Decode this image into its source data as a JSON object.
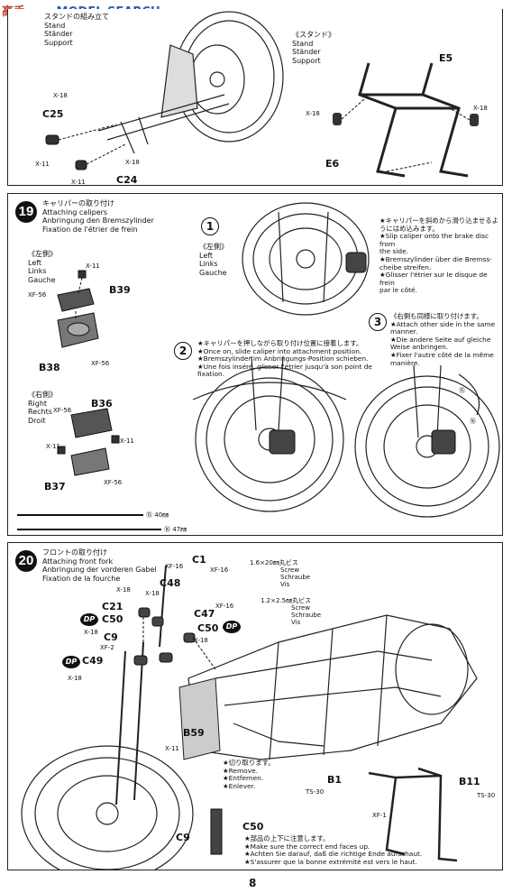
{
  "watermark": {
    "text": "MODEL SEARCH",
    "prefix": "高手"
  },
  "step18": {
    "title_jp": "スタンドの組み立て",
    "title_lines": [
      "Stand",
      "Ständer",
      "Support"
    ],
    "sub_jp": "《スタンド》",
    "sub_lines": [
      "Stand",
      "Ständer",
      "Support"
    ],
    "parts": {
      "c25": "C25",
      "c24": "C24",
      "e5": "E5",
      "e6": "E6",
      "x18": "X-18",
      "x11": "X-11"
    }
  },
  "step19": {
    "number": "19",
    "title_jp": "キャリパーの取り付け",
    "title_lines": [
      "Attaching calipers",
      "Anbringung den Bremszylinder",
      "Fixation de l'étrier de frein"
    ],
    "left_jp": "《左側》",
    "left_lines": [
      "Left",
      "Links",
      "Gauche"
    ],
    "right_jp": "《右側》",
    "right_lines": [
      "Right",
      "Rechts",
      "Droit"
    ],
    "parts": {
      "x11": "X-11",
      "xf56": "XF-56",
      "b39": "B39",
      "b38": "B38",
      "b36": "B36",
      "b37": "B37"
    },
    "cable15": "40㎜",
    "cable16": "47㎜",
    "cable15_num": "⑮",
    "cable16_num": "⑯",
    "sub1": {
      "num": "1",
      "left_jp": "《左側》",
      "left_lines": [
        "Left",
        "Links",
        "Gauche"
      ],
      "notes": [
        "★キャリパーを斜めから滑り込ませるよ",
        "うにはめ込みます。",
        "★Slip caliper onto the brake disc from",
        "the side.",
        "★Bremszylinder über die Bremss-",
        "cheibe streifen.",
        "★Glisser l'étrier sur le disque de frein",
        "par le côté."
      ]
    },
    "sub2": {
      "num": "2",
      "notes": [
        "★キャリパーを押しながら取り付け位置に接着します。",
        "★Once on, slide caliper into attachment position.",
        "★Bremszylinder im Anbringungs-Position schieben.",
        "★Une fois inséré, glisser l'étrier jusqu'à son point de",
        "fixation."
      ]
    },
    "sub3": {
      "num": "3",
      "notes": [
        "《右側も同様に取り付けます。",
        "★Attach other side in the same",
        "manner.",
        "★Die andere Seite auf gleiche",
        "Weise anbringen.",
        "★Fixer l'autre côté de la même",
        "manière."
      ]
    }
  },
  "step20": {
    "number": "20",
    "title_jp": "フロントの取り付け",
    "title_lines": [
      "Attaching front fork",
      "Anbringung der vorderen Gabel",
      "Fixation de la fourche"
    ],
    "screw1": {
      "size": "1.6×20㎜丸ビス",
      "lines": [
        "Screw",
        "Schraube",
        "Vis"
      ]
    },
    "screw2": {
      "size": "1.2×2.5㎜丸ビス",
      "lines": [
        "Screw",
        "Schraube",
        "Vis"
      ]
    },
    "parts": {
      "c1": "C1",
      "c48": "C48",
      "c21": "C21",
      "c50": "C50",
      "c47": "C47",
      "c9": "C9",
      "c49": "C49",
      "b59": "B59",
      "b1": "B1",
      "b11": "B11",
      "xf16": "XF-16",
      "x18": "X-18",
      "xf2": "XF-2",
      "x11": "X-11",
      "ts30": "TS-30",
      "xf1": "XF-1",
      "dp": "DP"
    },
    "remove_note": [
      "★切り取ります。",
      "★Remove.",
      "★Entfernen.",
      "★Enlever."
    ],
    "direction_note": [
      "★部品の上下に注意します。",
      "★Make sure the correct end faces up.",
      "★Achten Sie darauf, daß die richtige Ende aufschaut.",
      "★S'assurer que la bonne extrémité est vers le haut."
    ]
  },
  "page_number": "8"
}
